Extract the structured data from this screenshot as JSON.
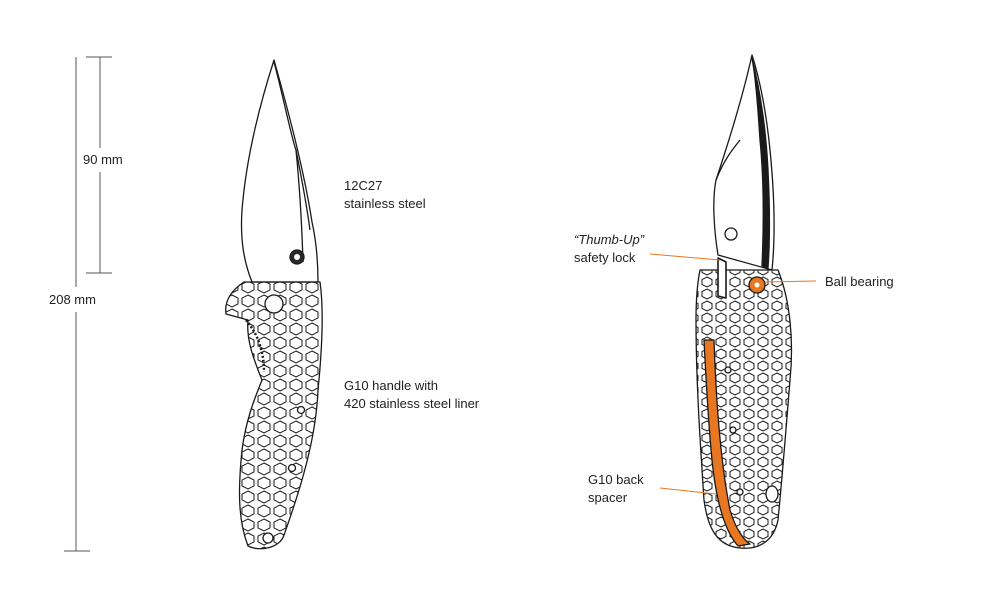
{
  "dimensions": {
    "blade": "90 mm",
    "overall": "208 mm"
  },
  "callouts": {
    "blade_steel": {
      "line1": "12C27",
      "line2": "stainless steel"
    },
    "handle": {
      "line1": "G10 handle with",
      "line2": "420 stainless steel liner"
    },
    "lock": {
      "line1": "“Thumb-Up”",
      "line2": "safety lock"
    },
    "bearing": {
      "line1": "Ball bearing"
    },
    "spacer": {
      "line1": "G10 back",
      "line2": "spacer"
    }
  },
  "colors": {
    "accent": "#e87722",
    "outline": "#1a1a1a",
    "text": "#222222"
  }
}
